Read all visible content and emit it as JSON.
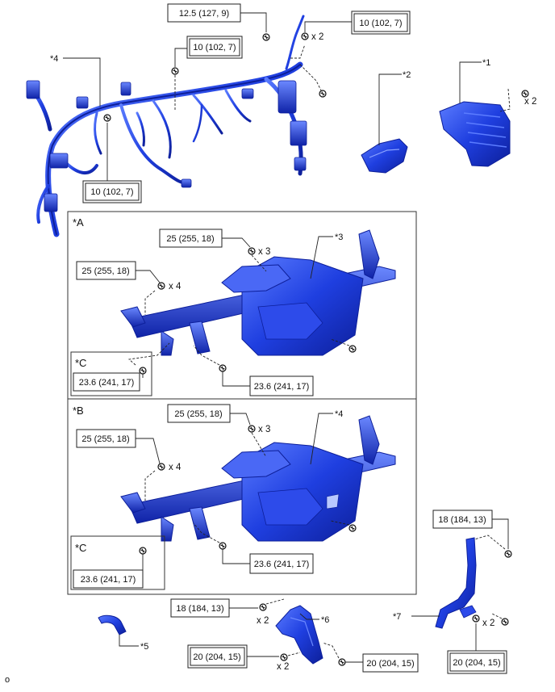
{
  "torque_specs": {
    "top_nut": "12.5 (127, 9)",
    "top_right_bolt": "10 (102, 7)",
    "top_middle_bolt": "10 (102, 7)",
    "left_harness_bolt": "10 (102, 7)",
    "a_top_bolts": "25 (255, 18)",
    "a_left_bolts": "25 (255, 18)",
    "a_c_bolt": "23.6 (241, 17)",
    "a_bottom_bolt": "23.6 (241, 17)",
    "b_top_bolts": "25 (255, 18)",
    "b_left_bolts": "25 (255, 18)",
    "b_c_bolt": "23.6 (241, 17)",
    "b_bottom_bolt": "23.6 (241, 17)",
    "brace_top": "18 (184, 13)",
    "bracket_top": "18 (184, 13)",
    "bracket_bottom_left": "20 (204, 15)",
    "bracket_bottom_right": "20 (204, 15)",
    "brace_bottom": "20 (204, 15)"
  },
  "quantities": {
    "top_bolt": "x 2",
    "duct_screw": "x 2",
    "a_top": "x 3",
    "a_left": "x 4",
    "b_top": "x 3",
    "b_left": "x 4",
    "bracket_top": "x 2",
    "bracket_bottom": "x 2",
    "brace": "x 2"
  },
  "callouts": {
    "harness": "*4",
    "duct_1": "*1",
    "duct_2": "*2",
    "reinforcement_a": "*3",
    "reinforcement_b": "*4",
    "part_5": "*5",
    "part_6": "*6",
    "part_7": "*7"
  },
  "panels": {
    "a": "*A",
    "b": "*B",
    "c_in_a": "*C",
    "c_in_b": "*C"
  },
  "diagram_code": "o",
  "colors": {
    "part_fill": "#1f3fe0",
    "part_dark": "#0d1f9a",
    "part_light": "#5b7cff",
    "line": "#222222"
  }
}
